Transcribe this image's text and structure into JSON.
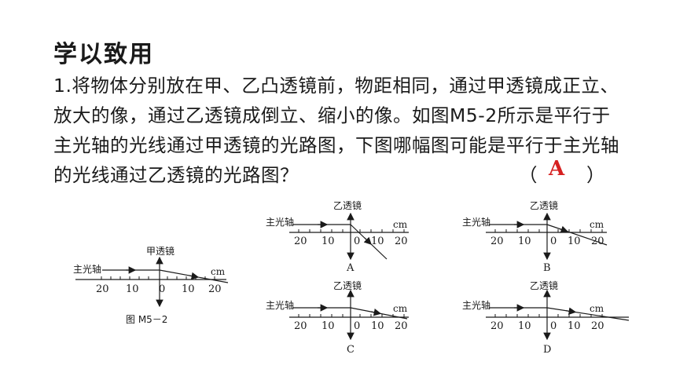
{
  "heading": "学以致用",
  "question": "1.将物体分别放在甲、乙凸透镜前，物距相同，通过甲透镜成正立、放大的像，通过乙透镜成倒立、缩小的像。如图M5-2所示是平行于主光轴的光线通过甲透镜的光路图，下图哪幅图可能是平行于主光轴的光线通过乙透镜的光路图？",
  "answer": {
    "open": "（",
    "value": "A",
    "close": "）"
  },
  "figure_main": {
    "lens_label": "甲透镜",
    "axis_label": "主光轴",
    "unit": "cm",
    "ticks": [
      "20",
      "10",
      "0",
      "10",
      "20"
    ],
    "caption": "图 M5－2"
  },
  "options": [
    {
      "letter": "A",
      "lens_label": "乙透镜",
      "axis_label": "主光轴",
      "unit": "cm",
      "ticks": [
        "20",
        "10",
        "0",
        "10",
        "20"
      ]
    },
    {
      "letter": "B",
      "lens_label": "乙透镜",
      "axis_label": "主光轴",
      "unit": "cm",
      "ticks": [
        "20",
        "10",
        "0",
        "10",
        "20"
      ]
    },
    {
      "letter": "C",
      "lens_label": "乙透镜",
      "axis_label": "主光轴",
      "unit": "cm",
      "ticks": [
        "20",
        "10",
        "0",
        "10",
        "20"
      ]
    },
    {
      "letter": "D",
      "lens_label": "乙透镜",
      "axis_label": "主光轴",
      "unit": "cm",
      "ticks": [
        "20",
        "10",
        "0",
        "10",
        "20"
      ]
    }
  ]
}
